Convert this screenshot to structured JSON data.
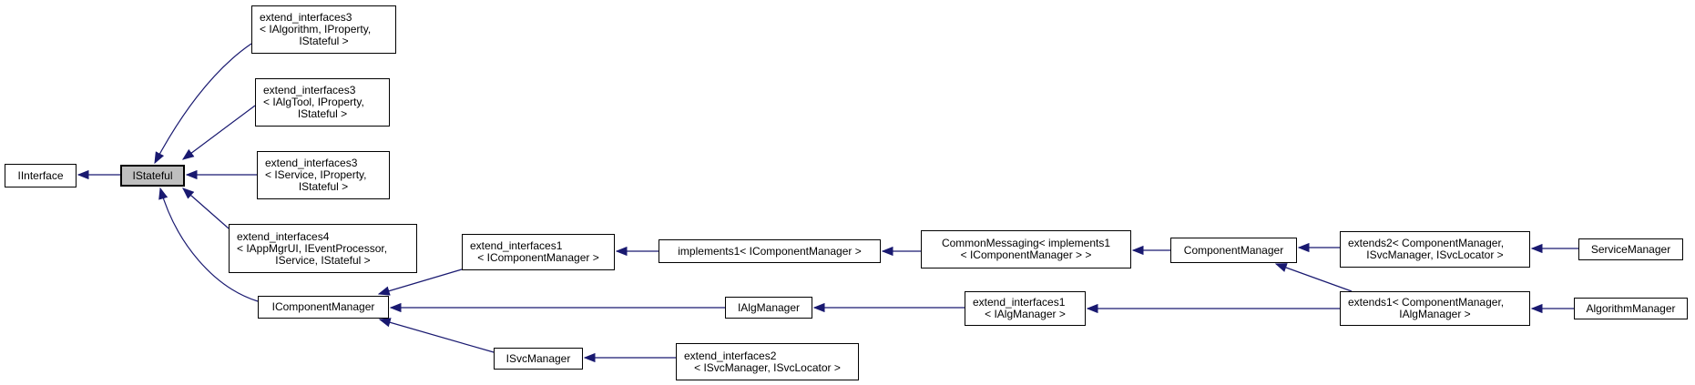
{
  "diagram": {
    "kind": "doxygen-inheritance-graph",
    "colors": {
      "edge": "#191970",
      "node_border": "#000000",
      "node_fill": "#ffffff",
      "highlight_fill": "#bfbfbf",
      "background": "#ffffff"
    },
    "highlighted_node": "IStateful"
  },
  "nodes": {
    "iinterface": {
      "label": "IInterface"
    },
    "istateful": {
      "label": "IStateful"
    },
    "ei3_algorithm": {
      "l1": "extend_interfaces3",
      "l2": "< IAlgorithm, IProperty,",
      "l3": "IStateful >"
    },
    "ei3_algtool": {
      "l1": "extend_interfaces3",
      "l2": "< IAlgTool, IProperty,",
      "l3": "IStateful >"
    },
    "ei3_service": {
      "l1": "extend_interfaces3",
      "l2": "< IService, IProperty,",
      "l3": "IStateful >"
    },
    "ei4_appmgrui": {
      "l1": "extend_interfaces4",
      "l2": "< IAppMgrUI, IEventProcessor,",
      "l3": "IService, IStateful >"
    },
    "icomponentmanager": {
      "label": "IComponentManager"
    },
    "ei1_icompmgr": {
      "l1": "extend_interfaces1",
      "l2": "< IComponentManager >"
    },
    "implements1": {
      "label": "implements1< IComponentManager >"
    },
    "commonmessaging": {
      "l1": "CommonMessaging< implements1",
      "l2": "< IComponentManager > >"
    },
    "componentmanager": {
      "label": "ComponentManager"
    },
    "extends2": {
      "l1": "extends2< ComponentManager,",
      "l2": "ISvcManager, ISvcLocator >"
    },
    "servicemanager": {
      "label": "ServiceManager"
    },
    "extends1": {
      "l1": "extends1< ComponentManager,",
      "l2": "IAlgManager >"
    },
    "algorithmmanager": {
      "label": "AlgorithmManager"
    },
    "ialgmanager": {
      "label": "IAlgManager"
    },
    "ei1_ialgmanager": {
      "l1": "extend_interfaces1",
      "l2": "< IAlgManager >"
    },
    "isvcmanager": {
      "label": "ISvcManager"
    },
    "ei2_isvcmgr": {
      "l1": "extend_interfaces2",
      "l2": "< ISvcManager, ISvcLocator >"
    }
  },
  "edges": [
    {
      "from": "IStateful",
      "to": "IInterface"
    },
    {
      "from": "extend_interfaces3< IAlgorithm, IProperty, IStateful >",
      "to": "IStateful"
    },
    {
      "from": "extend_interfaces3< IAlgTool, IProperty, IStateful >",
      "to": "IStateful"
    },
    {
      "from": "extend_interfaces3< IService, IProperty, IStateful >",
      "to": "IStateful"
    },
    {
      "from": "extend_interfaces4< IAppMgrUI, IEventProcessor, IService, IStateful >",
      "to": "IStateful"
    },
    {
      "from": "IComponentManager",
      "to": "IStateful"
    },
    {
      "from": "extend_interfaces1< IComponentManager >",
      "to": "IComponentManager"
    },
    {
      "from": "IAlgManager",
      "to": "IComponentManager"
    },
    {
      "from": "ISvcManager",
      "to": "IComponentManager"
    },
    {
      "from": "implements1< IComponentManager >",
      "to": "extend_interfaces1< IComponentManager >"
    },
    {
      "from": "CommonMessaging< implements1< IComponentManager > >",
      "to": "implements1< IComponentManager >"
    },
    {
      "from": "ComponentManager",
      "to": "CommonMessaging< implements1< IComponentManager > >"
    },
    {
      "from": "extends2< ComponentManager, ISvcManager, ISvcLocator >",
      "to": "ComponentManager"
    },
    {
      "from": "extends1< ComponentManager, IAlgManager >",
      "to": "ComponentManager"
    },
    {
      "from": "ServiceManager",
      "to": "extends2< ComponentManager, ISvcManager, ISvcLocator >"
    },
    {
      "from": "AlgorithmManager",
      "to": "extends1< ComponentManager, IAlgManager >"
    },
    {
      "from": "extends1< ComponentManager, IAlgManager >",
      "to": "extend_interfaces1< IAlgManager >"
    },
    {
      "from": "extend_interfaces1< IAlgManager >",
      "to": "IAlgManager"
    },
    {
      "from": "extend_interfaces2< ISvcManager, ISvcLocator >",
      "to": "ISvcManager"
    }
  ]
}
